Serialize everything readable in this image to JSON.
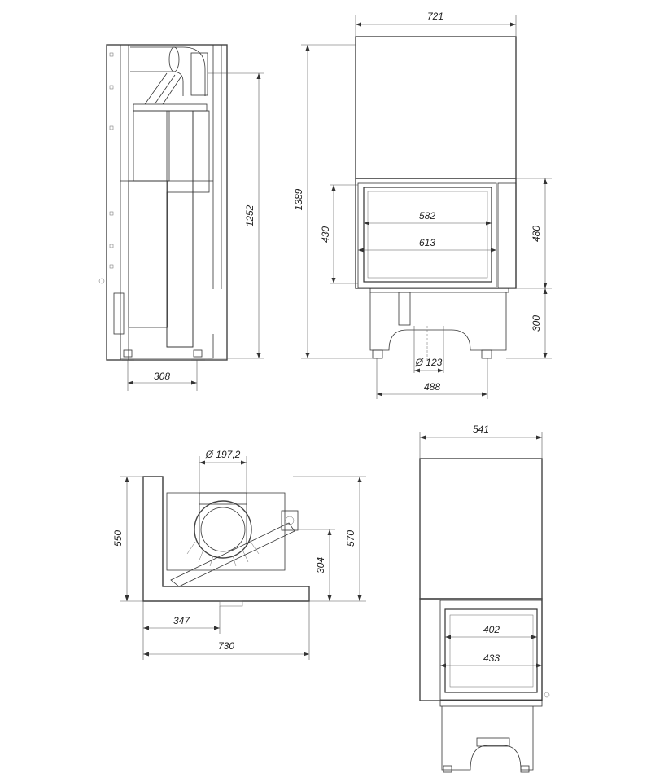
{
  "dimensions": {
    "top_width": "721",
    "overall_height": "1389",
    "side_height": "1252",
    "side_depth": "308",
    "door_height": "430",
    "glass_width_inner": "582",
    "glass_width_outer": "613",
    "front_height": "480",
    "base_height": "300",
    "flue_diameter": "Ø 123",
    "base_width": "488",
    "plan_flue_diameter": "Ø 197,2",
    "plan_depth_550": "550",
    "plan_depth_570": "570",
    "plan_offset_304": "304",
    "plan_offset_347": "347",
    "plan_width_730": "730",
    "side_view_width": "541",
    "side_glass_inner": "402",
    "side_glass_outer": "433"
  }
}
